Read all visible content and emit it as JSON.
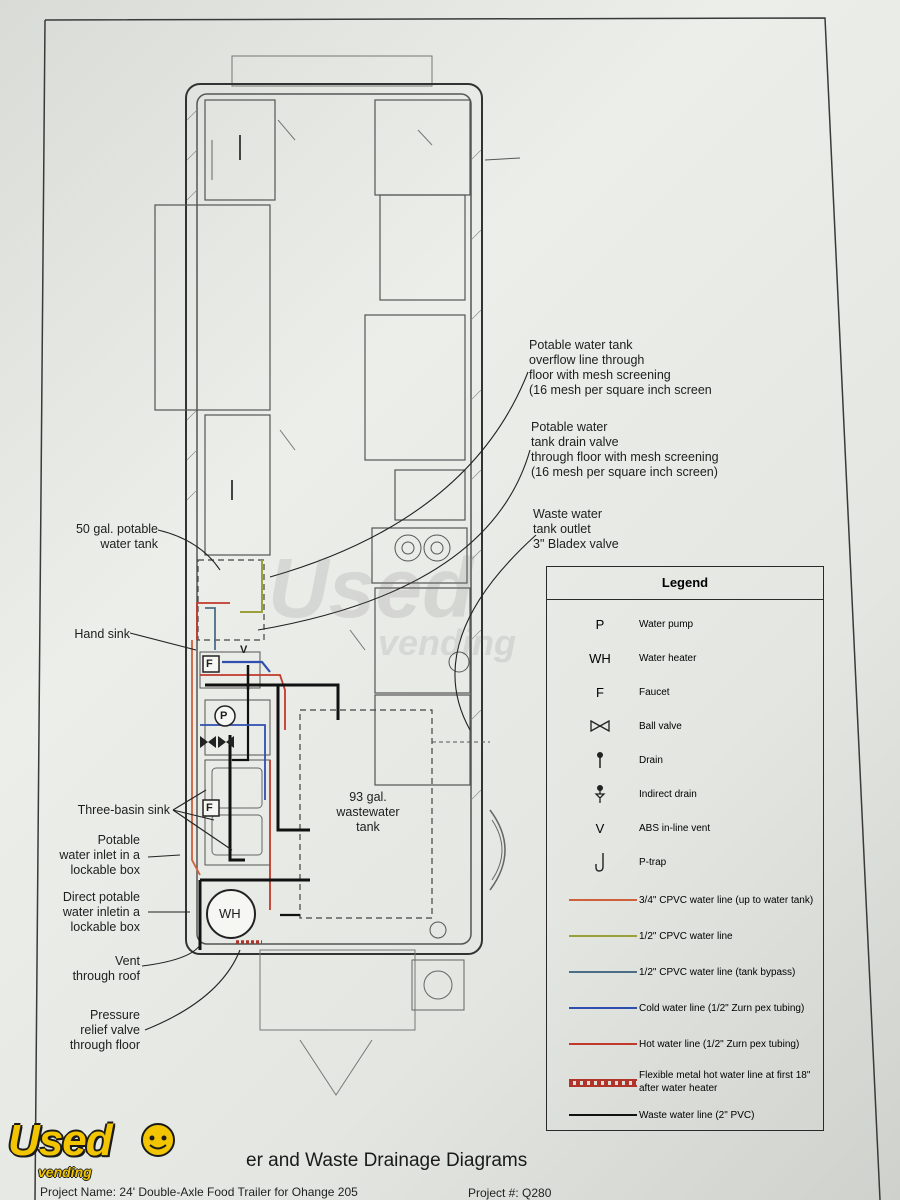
{
  "labels": {
    "overflow": [
      "Potable water tank",
      "overflow line through",
      "floor with mesh screening",
      "(16 mesh per square inch screen"
    ],
    "drain_valve": [
      "Potable water",
      "tank drain valve",
      "through floor with mesh screening",
      "(16 mesh per square inch screen)"
    ],
    "waste_outlet": [
      "Waste water",
      "tank outlet",
      "3\" Bladex valve"
    ],
    "potable_tank": [
      "50 gal. potable",
      "water tank"
    ],
    "hand_sink": [
      "Hand sink"
    ],
    "three_basin": [
      "Three-basin sink"
    ],
    "inlet_lockable": [
      "Potable",
      "water inlet in a",
      "lockable box"
    ],
    "direct_inlet": [
      "Direct potable",
      "water inletin a",
      "lockable box"
    ],
    "vent": [
      "Vent",
      "through roof"
    ],
    "relief": [
      "Pressure",
      "relief valve",
      "through floor"
    ],
    "wastewater_tank": [
      "93 gal.",
      "wastewater",
      "tank"
    ]
  },
  "fixtures": {
    "faucet": "F",
    "pump": "P",
    "heater": "WH",
    "vent": "V"
  },
  "legend": {
    "title": "Legend",
    "items": [
      {
        "symbol": "P",
        "label": "Water pump"
      },
      {
        "symbol": "WH",
        "label": "Water heater"
      },
      {
        "symbol": "F",
        "label": "Faucet"
      },
      {
        "symbol": "ball-valve-icon",
        "label": "Ball valve"
      },
      {
        "symbol": "drain-icon",
        "label": "Drain"
      },
      {
        "symbol": "indirect-drain-icon",
        "label": "Indirect drain"
      },
      {
        "symbol": "V",
        "label": "ABS in-line vent"
      },
      {
        "symbol": "p-trap-icon",
        "label": "P-trap"
      },
      {
        "symbol": "line",
        "color": "#d0603a",
        "label": "3/4\" CPVC water line (up to water tank)"
      },
      {
        "symbol": "line",
        "color": "#9aa03c",
        "label": "1/2\" CPVC water line"
      },
      {
        "symbol": "line",
        "color": "#4d6d86",
        "label": "1/2\" CPVC water line (tank bypass)"
      },
      {
        "symbol": "line",
        "color": "#2f4fb0",
        "label": "Cold water line (1/2\" Zurn pex tubing)"
      },
      {
        "symbol": "line",
        "color": "#c0392b",
        "label": "Hot water line (1/2\" Zurn pex tubing)"
      },
      {
        "symbol": "dashed",
        "color": "#b0342a",
        "label": "Flexible metal hot water line at first 18\" after water heater"
      },
      {
        "symbol": "line",
        "color": "#111111",
        "label": "Waste water line (2\" PVC)"
      }
    ]
  },
  "title": "er and Waste Drainage Diagrams",
  "footer": {
    "project_name": "Project Name: 24' Double-Axle Food Trailer for Ohange 205",
    "project_no": "Project #: Q280"
  },
  "watermark": {
    "word": "Used",
    "sub": "vending"
  },
  "logo": {
    "word": "Used",
    "sub": "vending"
  }
}
